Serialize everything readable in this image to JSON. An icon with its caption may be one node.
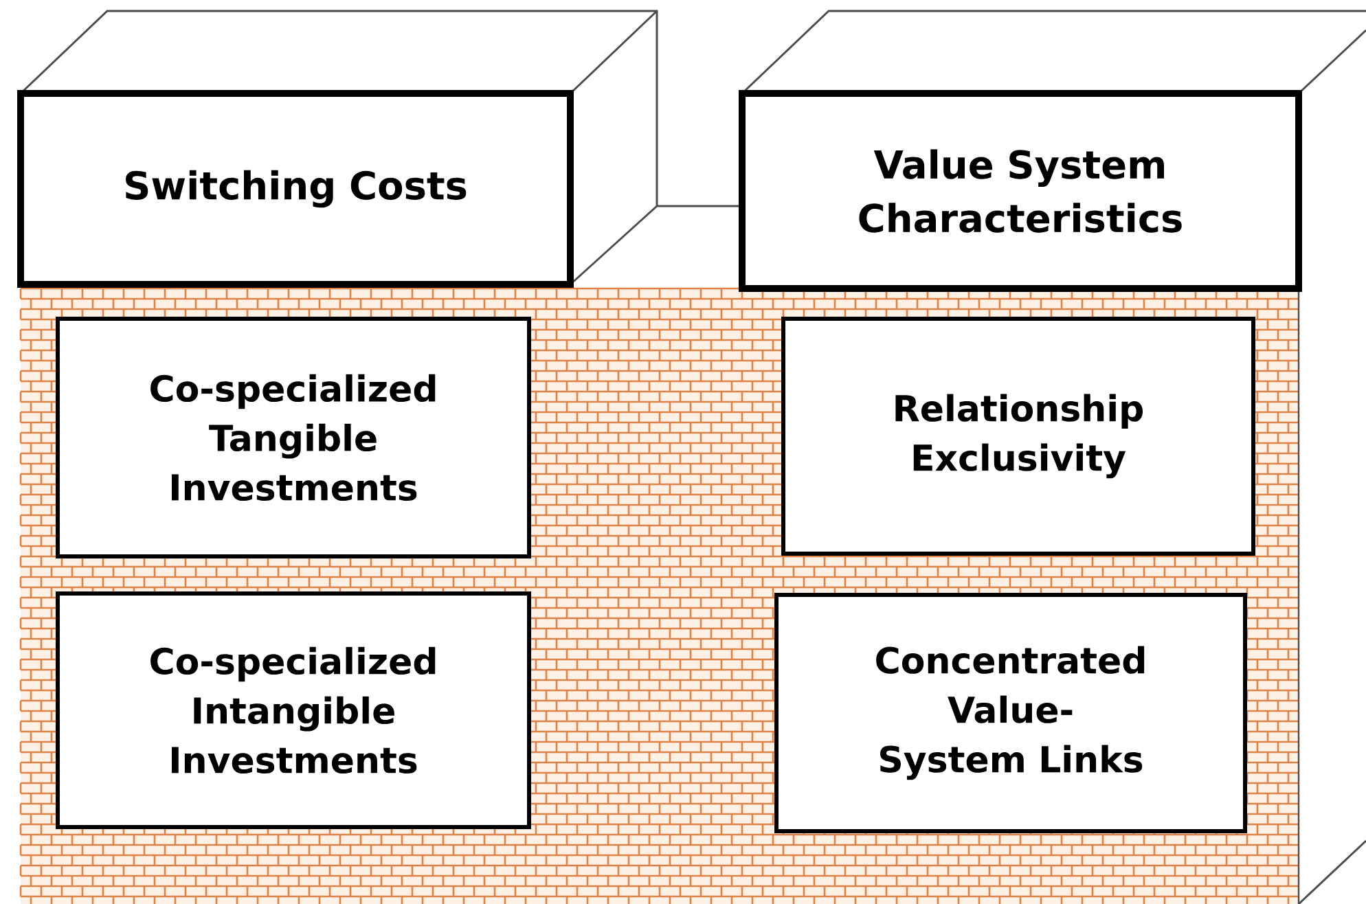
{
  "diagram": {
    "nodes": [
      {
        "text": [
          "Switching Costs"
        ]
      },
      {
        "text": [
          "Value System Characteristics"
        ]
      },
      {
        "text": [
          "Co-specialized Tangible Investments"
        ]
      },
      {
        "text": [
          "Co-specialized Intangible Investments"
        ]
      },
      {
        "text": [
          "Relationship Exclusivity"
        ]
      },
      {
        "text": [
          "Concentrated Value-System Links"
        ]
      }
    ]
  }
}
